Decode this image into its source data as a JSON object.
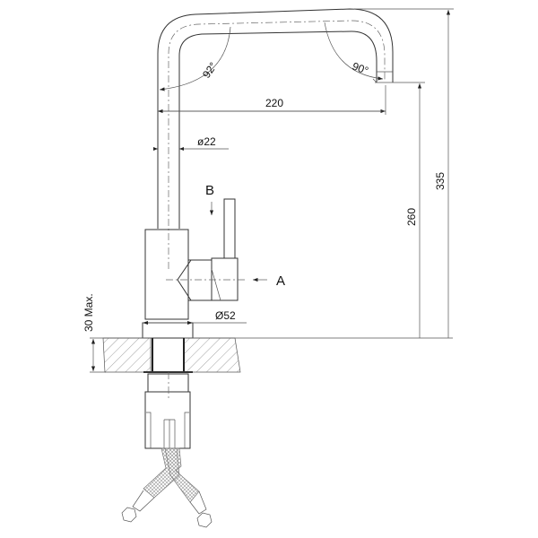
{
  "labels": {
    "angle_left": "92°",
    "angle_right": "90°",
    "spout_reach": "220",
    "pipe_diameter": "ø22",
    "view_b": "B",
    "view_a": "A",
    "base_diameter": "Ø52",
    "spout_height": "260",
    "total_height": "335",
    "max_counter_thickness": "30 Max."
  }
}
